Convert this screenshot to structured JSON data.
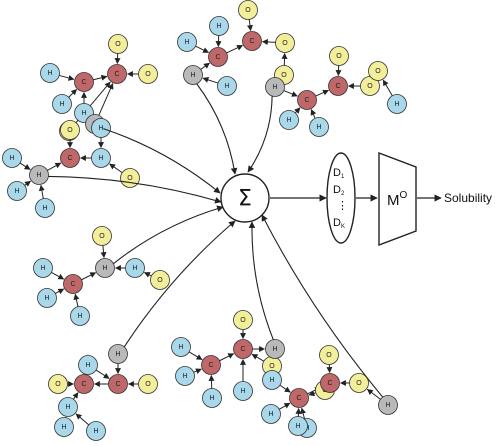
{
  "colors": {
    "H": "#a8d8ea",
    "C": "#c0676a",
    "O": "#f3ee9a",
    "X": "#b9b9b9",
    "stroke": "#333333",
    "edge": "#222222"
  },
  "labels": {
    "sum": "Σ",
    "descriptors": [
      "D",
      "D",
      "D"
    ],
    "descriptor_subs": [
      "1",
      "2",
      "K"
    ],
    "descriptor_ellipsis": "⋮",
    "model": "M",
    "model_sup": "O",
    "output": "Solubility"
  },
  "atom_symbols": {
    "H": "H",
    "C": "C",
    "O": "O",
    "X": "H"
  },
  "molecules": [
    {
      "name": "molecule-top-left",
      "atoms": [
        {
          "t": "H"
        },
        {
          "t": "H"
        },
        {
          "t": "H"
        },
        {
          "t": "C"
        },
        {
          "t": "O"
        },
        {
          "t": "C"
        },
        {
          "t": "O"
        },
        {
          "t": "O"
        },
        {
          "t": "X"
        }
      ]
    },
    {
      "name": "molecule-top-center",
      "atoms": [
        {
          "t": "H"
        },
        {
          "t": "H"
        },
        {
          "t": "C"
        },
        {
          "t": "O"
        },
        {
          "t": "C"
        },
        {
          "t": "O"
        },
        {
          "t": "O"
        },
        {
          "t": "X"
        },
        {
          "t": "H"
        }
      ]
    },
    {
      "name": "molecule-top-right",
      "atoms": [
        {
          "t": "X"
        },
        {
          "t": "C"
        },
        {
          "t": "H"
        },
        {
          "t": "H"
        },
        {
          "t": "C"
        },
        {
          "t": "O"
        },
        {
          "t": "O"
        },
        {
          "t": "O"
        },
        {
          "t": "H"
        }
      ]
    },
    {
      "name": "molecule-left",
      "atoms": [
        {
          "t": "H"
        },
        {
          "t": "X"
        },
        {
          "t": "H"
        },
        {
          "t": "H"
        },
        {
          "t": "C"
        },
        {
          "t": "O"
        },
        {
          "t": "H"
        },
        {
          "t": "O"
        },
        {
          "t": "H"
        }
      ]
    },
    {
      "name": "molecule-lower-left",
      "atoms": [
        {
          "t": "O"
        },
        {
          "t": "X"
        },
        {
          "t": "H"
        },
        {
          "t": "C"
        },
        {
          "t": "H"
        },
        {
          "t": "H"
        },
        {
          "t": "H"
        },
        {
          "t": "O"
        }
      ]
    },
    {
      "name": "molecule-bottom-left",
      "atoms": [
        {
          "t": "X"
        },
        {
          "t": "H"
        },
        {
          "t": "C"
        },
        {
          "t": "O"
        },
        {
          "t": "C"
        },
        {
          "t": "O"
        },
        {
          "t": "H"
        },
        {
          "t": "H"
        },
        {
          "t": "H"
        }
      ]
    },
    {
      "name": "molecule-bottom-center",
      "atoms": [
        {
          "t": "H"
        },
        {
          "t": "H"
        },
        {
          "t": "C"
        },
        {
          "t": "O"
        },
        {
          "t": "C"
        },
        {
          "t": "O"
        },
        {
          "t": "X"
        },
        {
          "t": "H"
        },
        {
          "t": "H"
        }
      ]
    },
    {
      "name": "molecule-bottom-right",
      "atoms": [
        {
          "t": "H"
        },
        {
          "t": "C"
        },
        {
          "t": "O"
        },
        {
          "t": "O"
        },
        {
          "t": "C"
        },
        {
          "t": "O"
        },
        {
          "t": "H"
        },
        {
          "t": "H"
        },
        {
          "t": "X"
        },
        {
          "t": "H"
        }
      ]
    }
  ]
}
